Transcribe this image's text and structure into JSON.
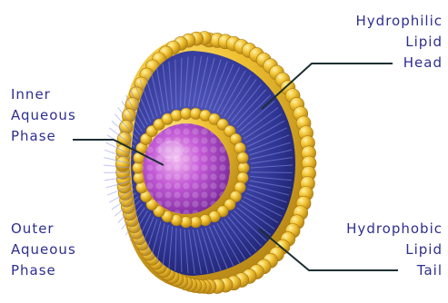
{
  "labels": {
    "hydrophilic": [
      "Hydrophilic",
      "Lipid",
      "Head"
    ],
    "inner": [
      "Inner",
      "Aqueous",
      "Phase"
    ],
    "outer": [
      "Outer",
      "Aqueous",
      "Phase"
    ],
    "hydrophobic": [
      "Hydrophobic",
      "Lipid",
      "Tail"
    ]
  },
  "colors": {
    "label_text": "#2e2f8f",
    "lipid_head": "#e8b62a",
    "lipid_head_dark": "#b07f12",
    "lipid_tail": "#2f3593",
    "inner_core": "#b74fd0",
    "leader_line": "#1c2f33"
  }
}
